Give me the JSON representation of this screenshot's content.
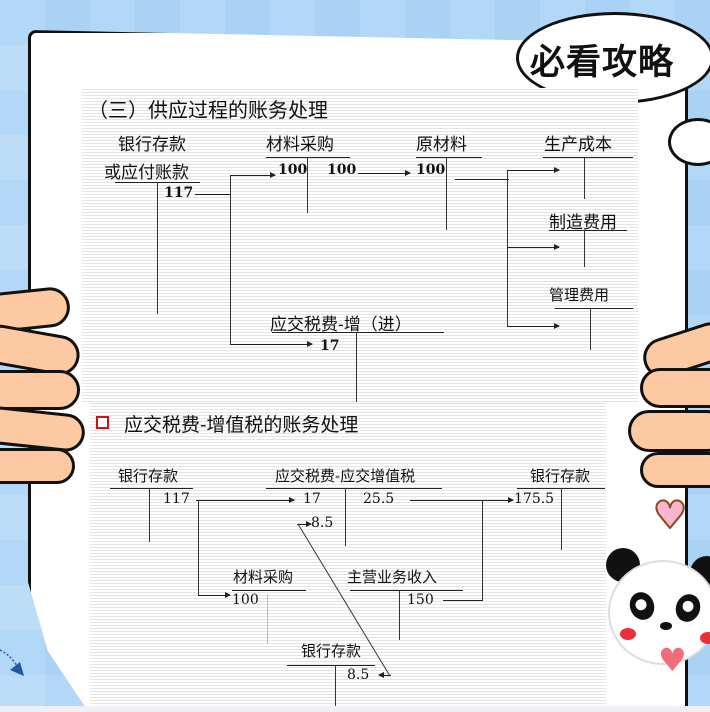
{
  "badge": {
    "text": "必看攻略"
  },
  "section1": {
    "title": "（三）供应过程的账务处理",
    "accounts": {
      "bank_or_payable": {
        "line1": "银行存款",
        "line2": "或应付账款",
        "credit": "117"
      },
      "material_purchase": {
        "name": "材料采购",
        "debit": "100",
        "credit": "100"
      },
      "raw_material": {
        "name": "原材料",
        "debit": "100"
      },
      "production_cost": {
        "name": "生产成本"
      },
      "manufacturing_overhead": {
        "name": "制造费用"
      },
      "admin_expense": {
        "name": "管理费用"
      },
      "vat_input": {
        "name": "应交税费-增（进）",
        "debit": "17"
      }
    }
  },
  "section2": {
    "title": "应交税费-增值税的账务处理",
    "bullet_color": "#c8141e",
    "accounts": {
      "bank_left": {
        "name": "银行存款",
        "credit": "117"
      },
      "vat_payable": {
        "name": "应交税费-应交增值税",
        "debit1": "17",
        "debit2": "8.5",
        "credit": "25.5"
      },
      "bank_right": {
        "name": "银行存款",
        "debit": "175.5"
      },
      "material_purchase": {
        "name": "材料采购",
        "debit": "100"
      },
      "main_revenue": {
        "name": "主营业务收入",
        "credit": "150"
      },
      "bank_bottom": {
        "name": "银行存款",
        "credit": "8.5"
      }
    }
  }
}
